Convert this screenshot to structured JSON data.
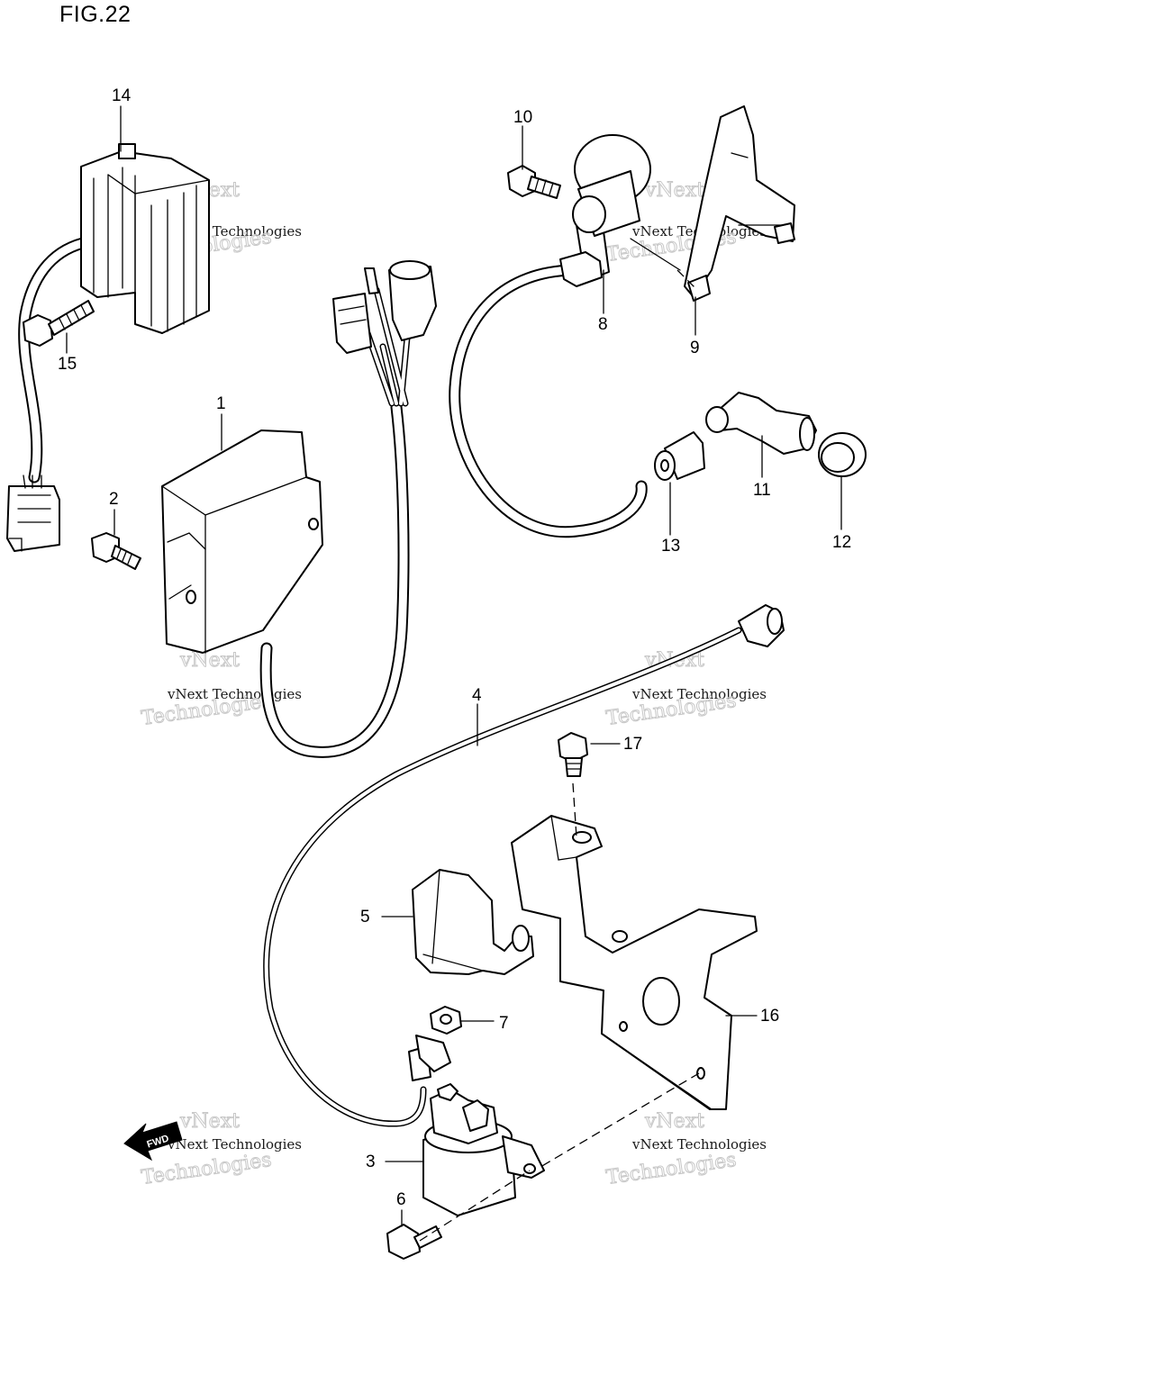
{
  "figure": {
    "title": "FIG.22"
  },
  "callouts": [
    {
      "id": "1",
      "text": "1"
    },
    {
      "id": "2",
      "text": "2"
    },
    {
      "id": "3",
      "text": "3"
    },
    {
      "id": "4",
      "text": "4"
    },
    {
      "id": "5",
      "text": "5"
    },
    {
      "id": "6",
      "text": "6"
    },
    {
      "id": "7",
      "text": "7"
    },
    {
      "id": "8",
      "text": "8"
    },
    {
      "id": "9",
      "text": "9"
    },
    {
      "id": "10",
      "text": "10"
    },
    {
      "id": "11",
      "text": "11"
    },
    {
      "id": "12",
      "text": "12"
    },
    {
      "id": "13",
      "text": "13"
    },
    {
      "id": "14",
      "text": "14"
    },
    {
      "id": "15",
      "text": "15"
    },
    {
      "id": "16",
      "text": "16"
    },
    {
      "id": "17",
      "text": "17"
    }
  ],
  "watermark": {
    "line1": "vNext Technologies",
    "line2": "vNext",
    "line3": "Technologies"
  },
  "direction_arrow": {
    "text": "FWD"
  }
}
